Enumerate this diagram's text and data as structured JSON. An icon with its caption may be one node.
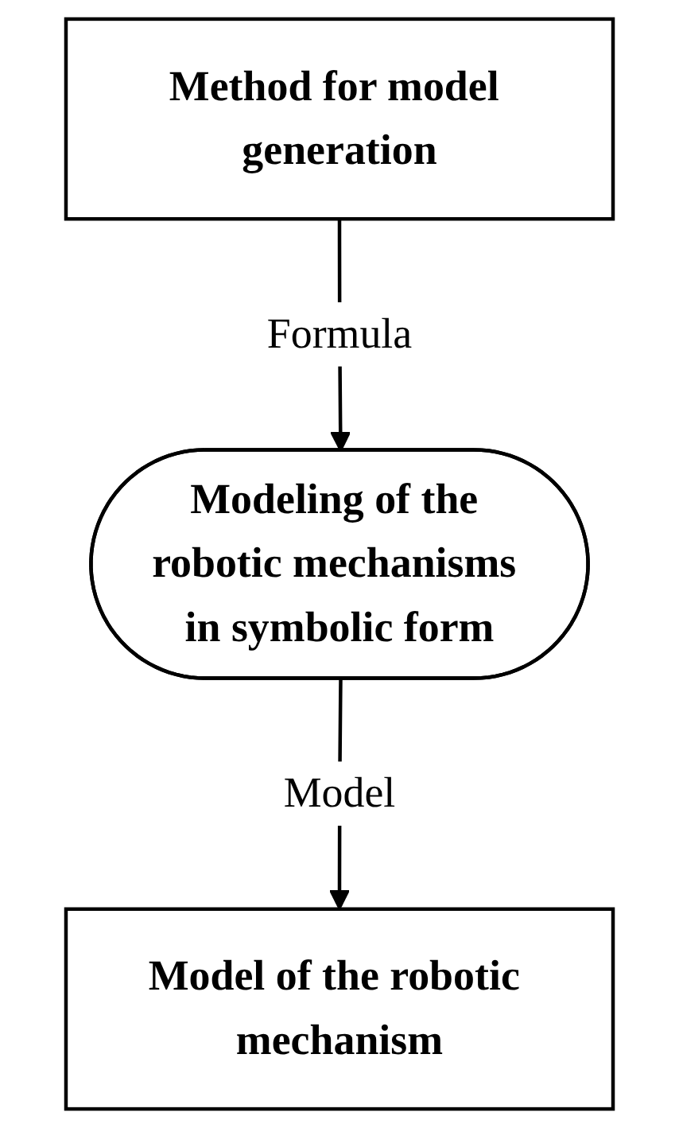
{
  "diagram": {
    "nodes": [
      {
        "text": [
          "Method for model generation"
        ]
      },
      {
        "text": [
          "Modeling of the robotic mechanisms in symbolic form"
        ]
      },
      {
        "text": [
          "Model of the robotic mechanism"
        ]
      }
    ],
    "edges": [
      {
        "from": 0,
        "to": 1,
        "arrow": "to",
        "label": "Formula"
      },
      {
        "from": 1,
        "to": 2,
        "arrow": "to",
        "label": "Model"
      }
    ]
  }
}
